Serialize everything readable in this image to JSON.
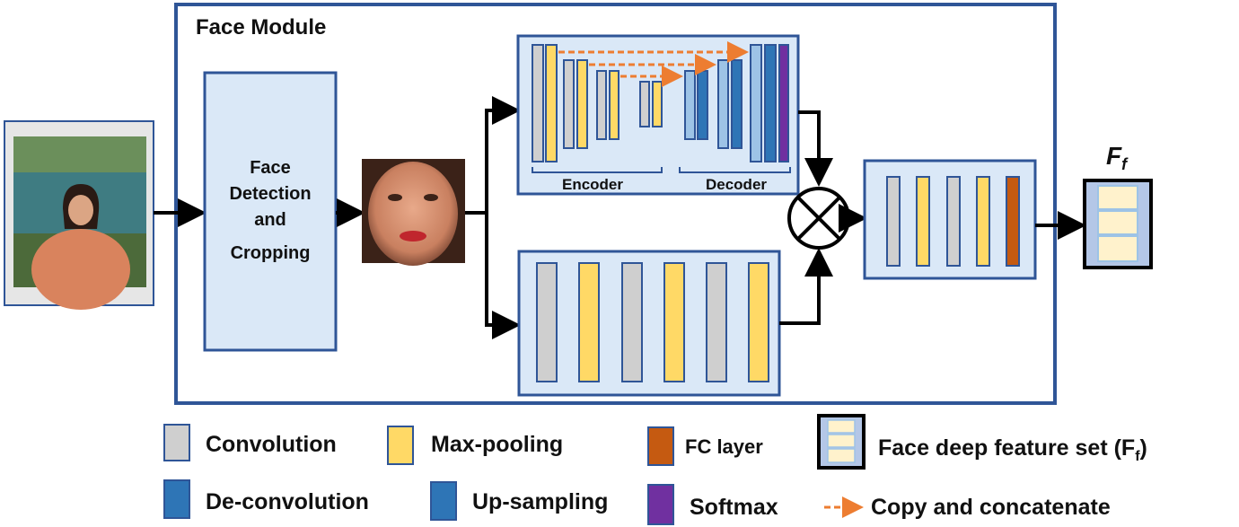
{
  "module": {
    "title": "Face Module"
  },
  "detection_block": {
    "line1": "Face",
    "line2": "Detection",
    "line3": "and",
    "line4": "Cropping"
  },
  "unet": {
    "encoder_label": "Encoder",
    "decoder_label": "Decoder"
  },
  "output": {
    "symbol": "F",
    "subscript": "f"
  },
  "legend": {
    "convolution": "Convolution",
    "max_pooling": "Max-pooling",
    "fc_layer": "FC layer",
    "feature_set": "Face deep feature set (F",
    "feature_set_sub": "f",
    "feature_set_close": ")",
    "deconvolution": "De-convolution",
    "upsampling": "Up-sampling",
    "softmax": "Softmax",
    "copy_concat": "Copy and concatenate"
  },
  "colors": {
    "frame": "#2f5597",
    "panel_fill": "#dae8f7",
    "convolution": "#cfcfcf",
    "max_pooling": "#ffd966",
    "deconvolution": "#2e75b6",
    "upsampling": "#2e75b6",
    "fc_layer": "#c55a11",
    "softmax": "#7030a0",
    "copy_arrow": "#ed7d31",
    "feature_cell": "#fff2cc"
  }
}
